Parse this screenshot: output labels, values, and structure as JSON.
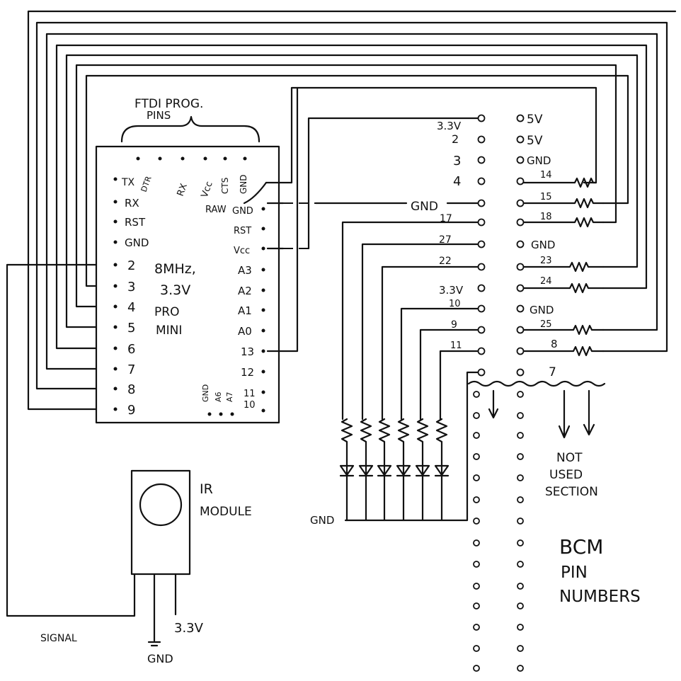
{
  "pro_mini": {
    "header_label": "FTDI PROG.",
    "header_label2": "PINS",
    "ftdi_pins": [
      "TX",
      "DTR",
      "RX",
      "Vcc",
      "CTS",
      "GND"
    ],
    "left_pins": [
      "TX",
      "RX",
      "RST",
      "GND",
      "2",
      "3",
      "4",
      "5",
      "6",
      "7",
      "8",
      "9"
    ],
    "right_pins": [
      "RAW",
      "GND",
      "RST",
      "Vcc",
      "A3",
      "A2",
      "A1",
      "A0",
      "13",
      "12",
      "11",
      "10"
    ],
    "bottom_pins": [
      "GND",
      "A6",
      "A7"
    ],
    "title_lines": [
      "8MHz,",
      "3.3V",
      "PRO",
      "MINI"
    ]
  },
  "ir": {
    "lines": [
      "IR",
      "MODULE"
    ],
    "signal_label": "SIGNAL",
    "vcc_label": "3.3V",
    "gnd_label": "GND"
  },
  "gpio": {
    "left_labels": [
      "3.3V",
      "2",
      "3",
      "4",
      "GND",
      "17",
      "27",
      "22",
      "3.3V",
      "10",
      "9",
      "11"
    ],
    "right_labels": [
      "5V",
      "5V",
      "GND",
      "14",
      "15",
      "18",
      "GND",
      "23",
      "24",
      "GND",
      "25",
      "8",
      "7"
    ],
    "led_gnd_label": "GND"
  },
  "notes": {
    "not_used": [
      "NOT",
      "USED",
      "SECTION"
    ],
    "bcm": [
      "BCM",
      "PIN",
      "NUMBERS"
    ]
  }
}
